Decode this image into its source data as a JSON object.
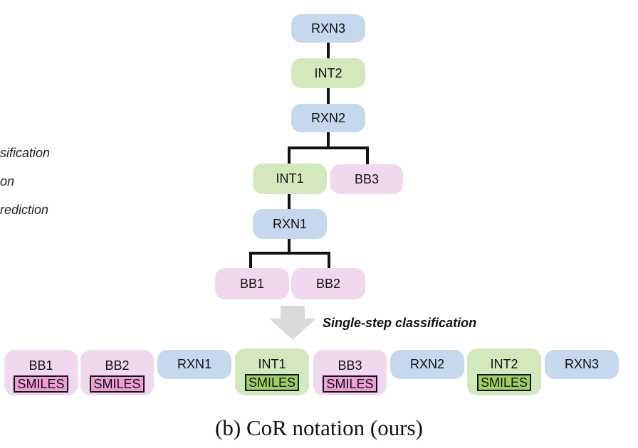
{
  "left_labels": [
    "sification",
    "on",
    "rediction"
  ],
  "tree": {
    "nodes": {
      "rxn3": {
        "label": "RXN3",
        "type": "reaction"
      },
      "int2": {
        "label": "INT2",
        "type": "intermediate"
      },
      "rxn2": {
        "label": "RXN2",
        "type": "reaction"
      },
      "int1": {
        "label": "INT1",
        "type": "intermediate"
      },
      "bb3": {
        "label": "BB3",
        "type": "building_block"
      },
      "rxn1": {
        "label": "RXN1",
        "type": "reaction"
      },
      "bb1": {
        "label": "BB1",
        "type": "building_block"
      },
      "bb2": {
        "label": "BB2",
        "type": "building_block"
      }
    },
    "edges": [
      [
        "rxn3",
        "int2"
      ],
      [
        "int2",
        "rxn2"
      ],
      [
        "rxn2",
        "int1"
      ],
      [
        "rxn2",
        "bb3"
      ],
      [
        "int1",
        "rxn1"
      ],
      [
        "rxn1",
        "bb1"
      ],
      [
        "rxn1",
        "bb2"
      ]
    ]
  },
  "transition_label": "Single-step classification",
  "sequence": [
    {
      "label": "BB1",
      "type": "building_block",
      "sub": "SMILES"
    },
    {
      "label": "BB2",
      "type": "building_block",
      "sub": "SMILES"
    },
    {
      "label": "RXN1",
      "type": "reaction"
    },
    {
      "label": "INT1",
      "type": "intermediate",
      "sub": "SMILES"
    },
    {
      "label": "BB3",
      "type": "building_block",
      "sub": "SMILES"
    },
    {
      "label": "RXN2",
      "type": "reaction"
    },
    {
      "label": "INT2",
      "type": "intermediate",
      "sub": "SMILES"
    },
    {
      "label": "RXN3",
      "type": "reaction"
    }
  ],
  "caption": "(b) CoR notation (ours)",
  "colors": {
    "reaction": "#c5d8ee",
    "intermediate": "#d3e8bd",
    "building_block": "#f0d8ee",
    "smiles_bb": "#ee9fd8",
    "smiles_int": "#9ed066",
    "arrow": "#d9d9d9"
  }
}
